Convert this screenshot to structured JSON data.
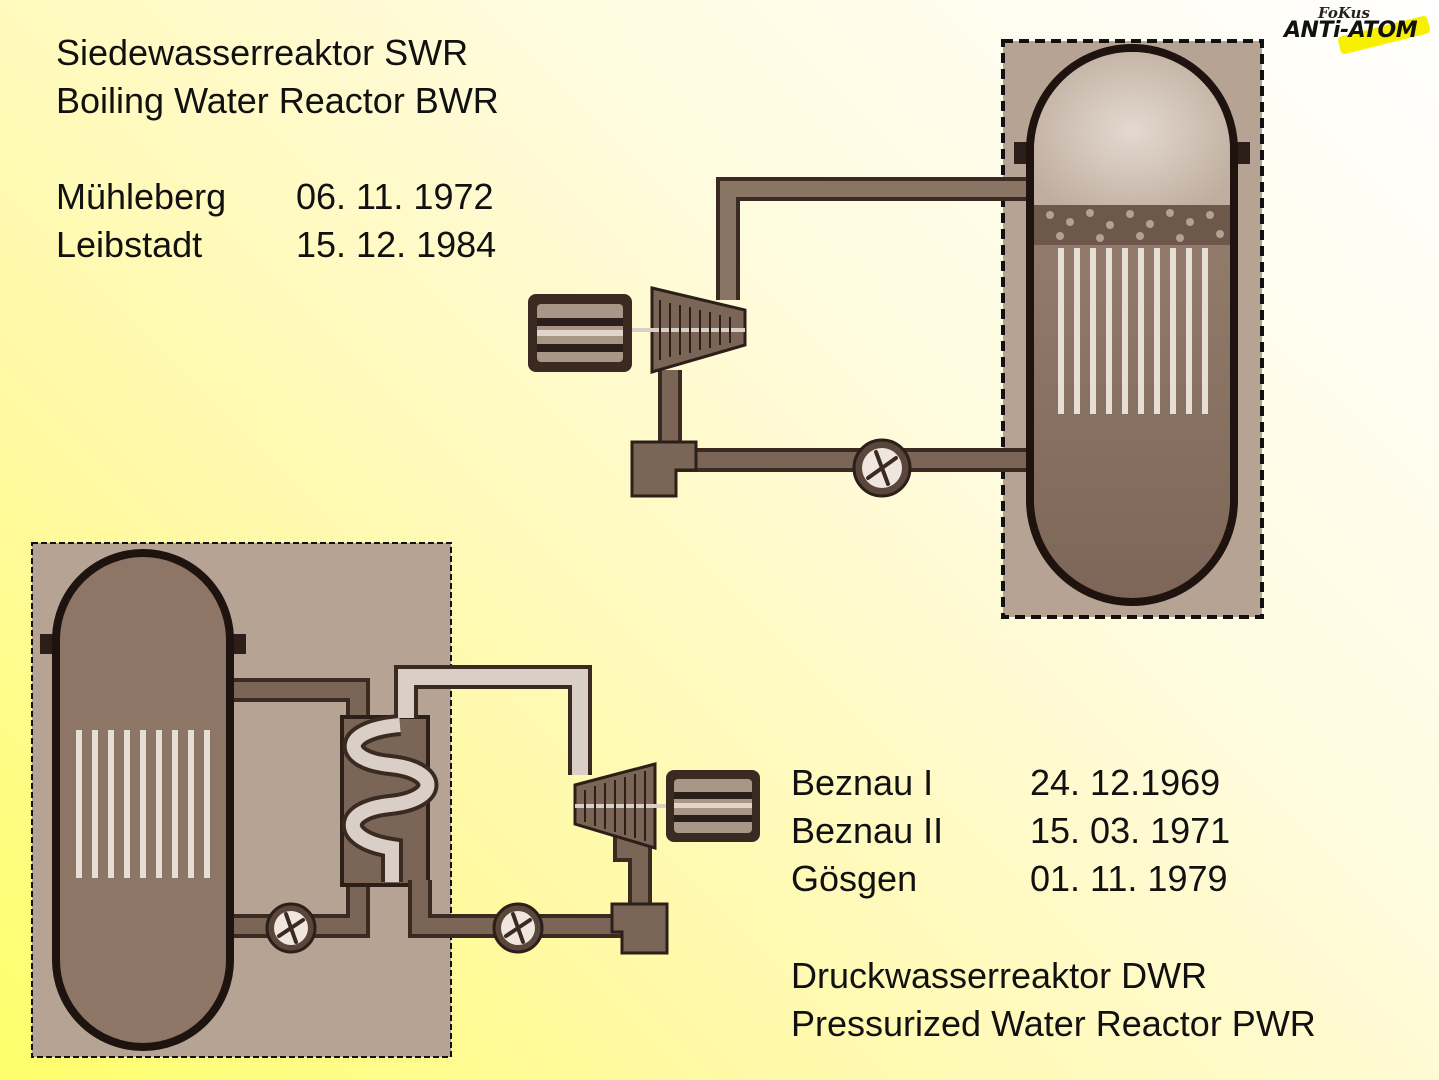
{
  "logo": {
    "fokus": "FoKus",
    "anti_atom": "ANTi-ATOM"
  },
  "bwr": {
    "title_de": "Siedewasserreaktor SWR",
    "title_en": "Boiling Water Reactor BWR",
    "plants": [
      {
        "name": "Mühleberg",
        "date": "06. 11. 1972"
      },
      {
        "name": "Leibstadt",
        "date": "15. 12. 1984"
      }
    ]
  },
  "pwr": {
    "title_de": "Druckwasserreaktor DWR",
    "title_en": "Pressurized Water Reactor PWR",
    "plants": [
      {
        "name": "Beznau I",
        "date": "24. 12.1969"
      },
      {
        "name": "Beznau II",
        "date": "15. 03. 1971"
      },
      {
        "name": "Gösgen",
        "date": "01. 11. 1979"
      }
    ]
  },
  "colors": {
    "background_corner": "#ffff6a",
    "containment": "#b6a394",
    "pipe": "#7a6556",
    "dark": "#3a2a22"
  }
}
